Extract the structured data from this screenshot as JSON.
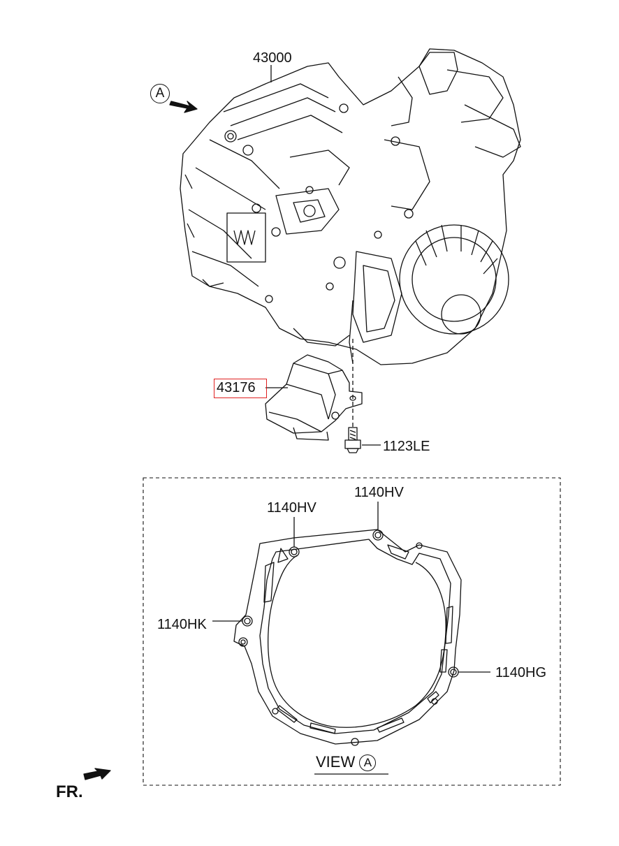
{
  "labels": {
    "transaxle": "43000",
    "bracket": "43176",
    "bolt": "1123LE",
    "dowel_top_left": "1140HV",
    "dowel_top_right": "1140HV",
    "dowel_left": "1140HK",
    "dowel_right": "1140HG"
  },
  "view": {
    "prefix": "VIEW",
    "letter": "A"
  },
  "arrow_marker": {
    "letter": "A"
  },
  "front": {
    "label": "FR."
  },
  "colors": {
    "line": "#111111",
    "highlight": "#e02020",
    "background": "#ffffff"
  }
}
